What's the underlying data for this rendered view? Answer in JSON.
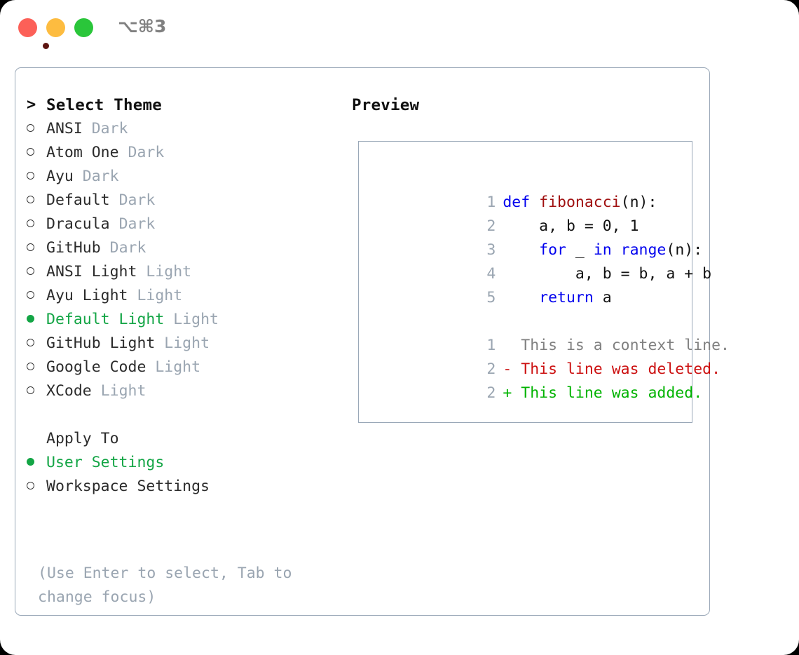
{
  "titlebar": {
    "shortcut": "⌥⌘3",
    "buttons": [
      "close",
      "minimize",
      "maximize"
    ],
    "colors": {
      "close": "#fc6058",
      "minimize": "#fdbc40",
      "maximize": "#2ac63a",
      "record_dot": "#5d1410"
    }
  },
  "colors": {
    "accent_green": "#13a545",
    "muted": "#9aa5b1",
    "border": "#9aa8b8",
    "text": "#2b2b2b",
    "keyword": "#0000ee",
    "function": "#a01010",
    "diff_delete": "#cc1111",
    "diff_add": "#00b300",
    "context": "#808080"
  },
  "theme_picker": {
    "prompt_marker": ">",
    "title": "Select Theme",
    "items": [
      {
        "name": "ANSI",
        "tag": "Dark",
        "selected": false
      },
      {
        "name": "Atom One",
        "tag": "Dark",
        "selected": false
      },
      {
        "name": "Ayu",
        "tag": "Dark",
        "selected": false
      },
      {
        "name": "Default",
        "tag": "Dark",
        "selected": false
      },
      {
        "name": "Dracula",
        "tag": "Dark",
        "selected": false
      },
      {
        "name": "GitHub",
        "tag": "Dark",
        "selected": false
      },
      {
        "name": "ANSI Light",
        "tag": "Light",
        "selected": false
      },
      {
        "name": "Ayu Light",
        "tag": "Light",
        "selected": false
      },
      {
        "name": "Default Light",
        "tag": "Light",
        "selected": true
      },
      {
        "name": "GitHub Light",
        "tag": "Light",
        "selected": false
      },
      {
        "name": "Google Code",
        "tag": "Light",
        "selected": false
      },
      {
        "name": "XCode",
        "tag": "Light",
        "selected": false
      }
    ]
  },
  "apply_to": {
    "title": "Apply To",
    "options": [
      {
        "label": "User Settings",
        "selected": true
      },
      {
        "label": "Workspace Settings",
        "selected": false
      }
    ]
  },
  "hint": "(Use Enter to select, Tab to change focus)",
  "preview": {
    "title": "Preview",
    "code_lines": [
      {
        "number": "1",
        "tokens": [
          {
            "text": "def ",
            "kind": "kw"
          },
          {
            "text": "fibonacci",
            "kind": "fn"
          },
          {
            "text": "(n):",
            "kind": "plain"
          }
        ]
      },
      {
        "number": "2",
        "tokens": [
          {
            "text": "    a, b = 0, 1",
            "kind": "plain"
          }
        ]
      },
      {
        "number": "3",
        "tokens": [
          {
            "text": "    ",
            "kind": "plain"
          },
          {
            "text": "for",
            "kind": "kw"
          },
          {
            "text": " _ ",
            "kind": "plain"
          },
          {
            "text": "in",
            "kind": "kw"
          },
          {
            "text": " ",
            "kind": "plain"
          },
          {
            "text": "range",
            "kind": "builtin"
          },
          {
            "text": "(n):",
            "kind": "plain"
          }
        ]
      },
      {
        "number": "4",
        "tokens": [
          {
            "text": "        a, b = b, a + b",
            "kind": "plain"
          }
        ]
      },
      {
        "number": "5",
        "tokens": [
          {
            "text": "    ",
            "kind": "plain"
          },
          {
            "text": "return",
            "kind": "kw"
          },
          {
            "text": " a",
            "kind": "plain"
          }
        ]
      }
    ],
    "diff_lines": [
      {
        "number": "1",
        "marker": " ",
        "text": "This is a context line.",
        "kind": "ctx"
      },
      {
        "number": "2",
        "marker": "-",
        "text": "This line was deleted.",
        "kind": "del"
      },
      {
        "number": "2",
        "marker": "+",
        "text": "This line was added.",
        "kind": "add"
      }
    ]
  }
}
